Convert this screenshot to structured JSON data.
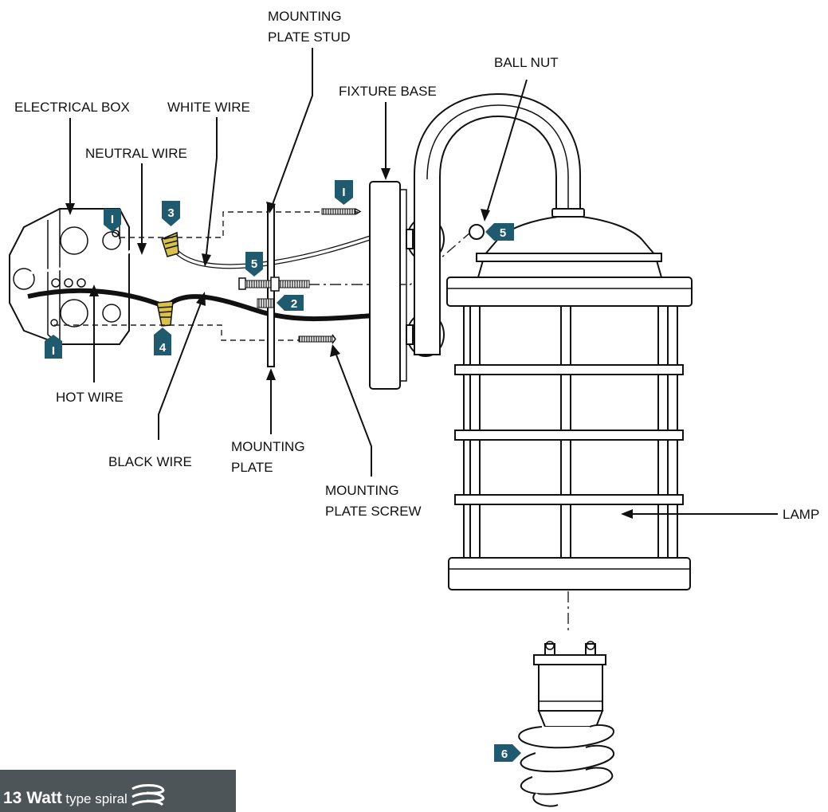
{
  "labels": {
    "mounting_plate_stud_1": "MOUNTING",
    "mounting_plate_stud_2": "PLATE STUD",
    "ball_nut": "BALL NUT",
    "electrical_box": "ELECTRICAL BOX",
    "white_wire": "WHITE WIRE",
    "fixture_base": "FIXTURE BASE",
    "neutral_wire": "NEUTRAL WIRE",
    "hot_wire": "HOT WIRE",
    "black_wire": "BLACK WIRE",
    "mounting_plate_1": "MOUNTING",
    "mounting_plate_2": "PLATE",
    "mounting_plate_screw_1": "MOUNTING",
    "mounting_plate_screw_2": "PLATE SCREW",
    "lamp": "LAMP"
  },
  "steps": {
    "box_top": "I",
    "box_bottom": "I",
    "connector_white": "3",
    "connector_black": "4",
    "plate_screw_top": "I",
    "stud": "5",
    "nut": "2",
    "ball_nut": "5",
    "lamp": "6"
  },
  "banner": {
    "strong": "13 Watt",
    "light": "type spiral"
  },
  "colors": {
    "badge": "#1f5a6e",
    "banner": "#4d5559",
    "wire_connector": "#d8c24a"
  }
}
